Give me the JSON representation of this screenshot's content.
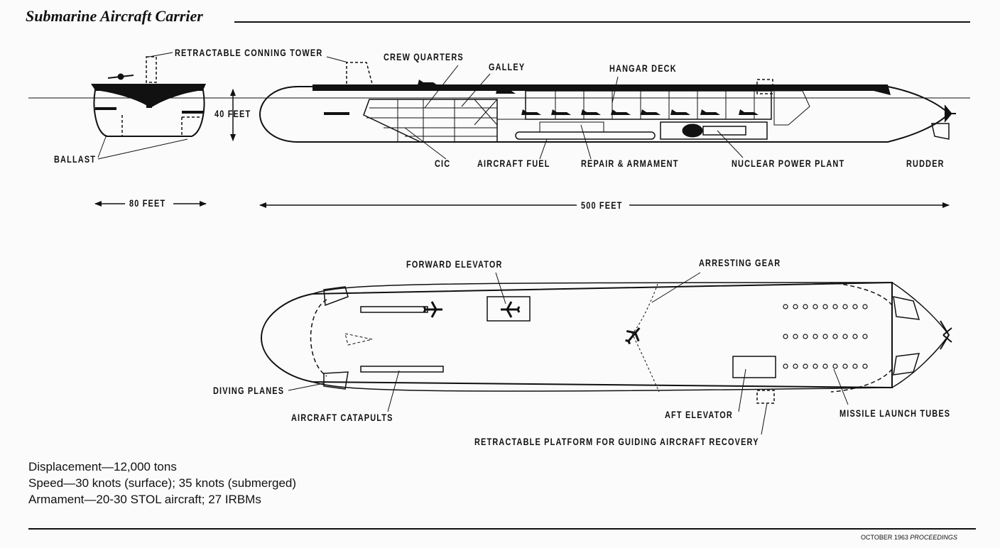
{
  "header": {
    "title": "Submarine Aircraft Carrier"
  },
  "labels": {
    "conning_tower": "RETRACTABLE CONNING TOWER",
    "crew_quarters": "CREW QUARTERS",
    "galley": "GALLEY",
    "hangar_deck": "HANGAR DECK",
    "forty_feet": "40 FEET",
    "ballast": "BALLAST",
    "cic": "CIC",
    "aircraft_fuel": "AIRCRAFT FUEL",
    "repair_armament": "REPAIR & ARMAMENT",
    "nuclear_power_plant": "NUCLEAR POWER PLANT",
    "rudder": "RUDDER",
    "eighty_feet": "80 FEET",
    "five_hundred_feet": "500 FEET",
    "forward_elevator": "FORWARD ELEVATOR",
    "arresting_gear": "ARRESTING GEAR",
    "diving_planes": "DIVING PLANES",
    "aircraft_catapults": "AIRCRAFT CATAPULTS",
    "aft_elevator": "AFT ELEVATOR",
    "missile_launch_tubes": "MISSILE LAUNCH TUBES",
    "retractable_platform": "RETRACTABLE PLATFORM FOR GUIDING AIRCRAFT RECOVERY"
  },
  "specs": {
    "displacement": "Displacement—12,000 tons",
    "speed": "Speed—30 knots (surface); 35 knots (submerged)",
    "armament": "Armament—20-30 STOL aircraft; 27 IRBMs"
  },
  "footer": {
    "issue": "OCTOBER 1963",
    "publication": "PROCEEDINGS"
  }
}
